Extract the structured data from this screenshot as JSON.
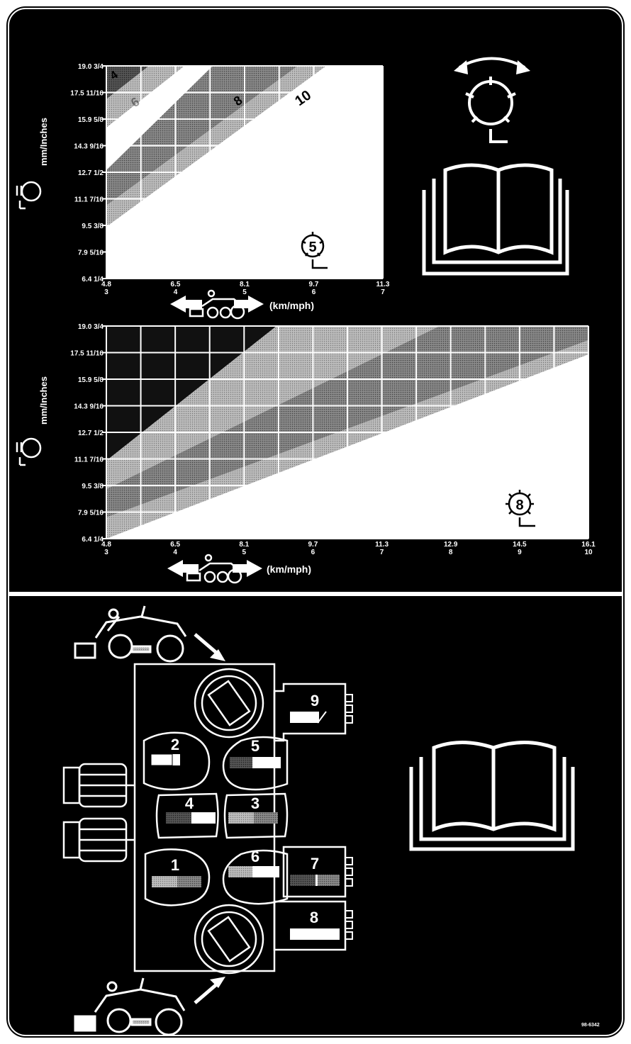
{
  "colors": {
    "background": "#000000",
    "border": "#ffffff",
    "zone_dark": "#2a2a2a",
    "zone_mid": "#6a6a6a",
    "zone_light": "#a8a8a8",
    "zone_pale": "#cfcfcf",
    "chart_bg": "#ffffff"
  },
  "chart1": {
    "y_ticks": [
      "19.0 3/4",
      "17.5 11/16",
      "15.9 5/8",
      "14.3 9/16",
      "12.7 1/2",
      "11.1 7/16",
      "9.5 3/8",
      "7.9 5/16",
      "6.4 1/4"
    ],
    "x_ticks_kmh": [
      "4.8",
      "6.5",
      "8.1",
      "9.7",
      "11.3"
    ],
    "x_ticks_mph": [
      "3",
      "4",
      "5",
      "6",
      "7"
    ],
    "y_axis_label": "mm/Inches",
    "x_axis_label": "(km/mph)",
    "zone_labels": [
      "4",
      "6",
      "8",
      "10"
    ],
    "blade_count_badge": "5"
  },
  "chart2": {
    "y_ticks": [
      "19.0 3/4",
      "17.5 11/16",
      "15.9 5/8",
      "14.3 9/16",
      "12.7 1/2",
      "11.1 7/16",
      "9.5 3/8",
      "7.9 5/16",
      "6.4 1/4"
    ],
    "x_ticks_kmh": [
      "4.8",
      "6.5",
      "8.1",
      "9.7",
      "11.3",
      "12.9",
      "14.5",
      "16.1"
    ],
    "x_ticks_mph": [
      "3",
      "4",
      "5",
      "6",
      "7",
      "8",
      "9",
      "10"
    ],
    "y_axis_label": "mm/Inches",
    "x_axis_label": "(km/mph)",
    "blade_count_badge": "8"
  },
  "valve_block": {
    "knob_numbers": [
      "9",
      "2",
      "5",
      "4",
      "3",
      "1",
      "6",
      "7",
      "8"
    ]
  },
  "part_number": "98-6342"
}
